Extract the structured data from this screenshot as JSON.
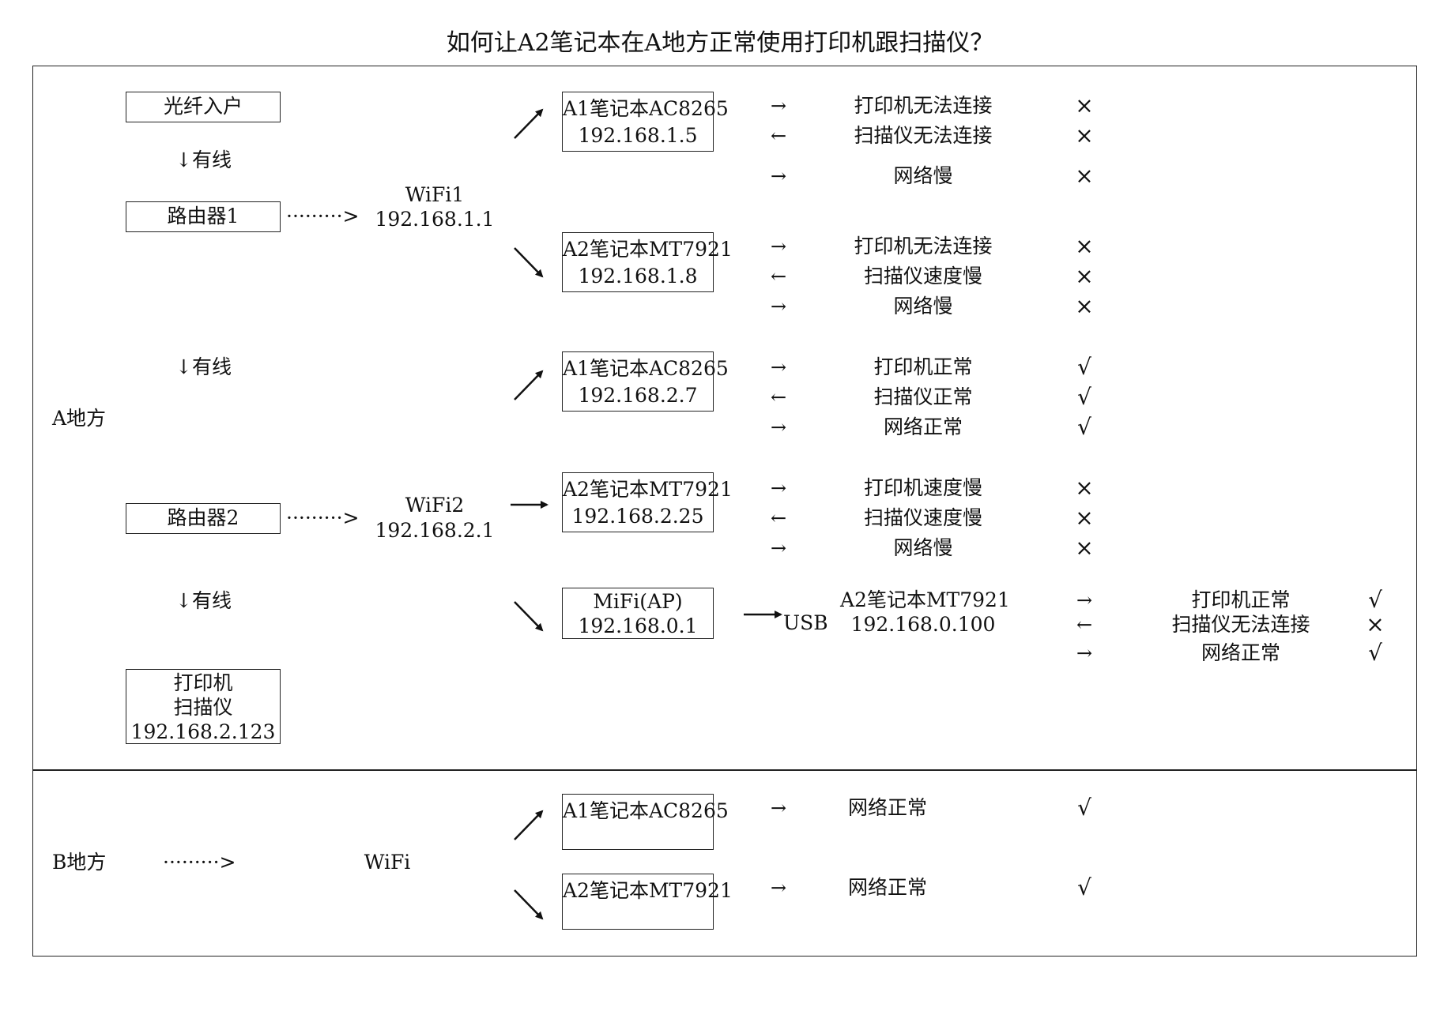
{
  "title": "如何让A2笔记本在A地方正常使用打印机跟扫描仪？",
  "region_a": {
    "label": "A地方",
    "fiber": "光纤入户",
    "wired": "↓有线",
    "router1": "路由器1",
    "router2": "路由器2",
    "wifi1": {
      "ssid": "WiFi1",
      "ip": "192.168.1.1"
    },
    "wifi2": {
      "ssid": "WiFi2",
      "ip": "192.168.2.1"
    },
    "dots": "·········>",
    "printer_box": [
      "打印机",
      "扫描仪",
      "192.168.2.123"
    ],
    "mifi": {
      "name": "MiFi(AP)",
      "ip": "192.168.0.1"
    },
    "usb": "USB",
    "a2_usb": {
      "name": "A2笔记本MT7921",
      "ip": "192.168.0.100"
    },
    "devices": [
      {
        "name": "A1笔记本AC8265",
        "ip": "192.168.1.5",
        "results": [
          {
            "dir": "→",
            "text": "打印机无法连接",
            "mark": "×"
          },
          {
            "dir": "←",
            "text": "扫描仪无法连接",
            "mark": "×"
          },
          {
            "dir": "→",
            "text": "网络慢",
            "mark": "×"
          }
        ]
      },
      {
        "name": "A2笔记本MT7921",
        "ip": "192.168.1.8",
        "results": [
          {
            "dir": "→",
            "text": "打印机无法连接",
            "mark": "×"
          },
          {
            "dir": "←",
            "text": "扫描仪速度慢",
            "mark": "×"
          },
          {
            "dir": "→",
            "text": "网络慢",
            "mark": "×"
          }
        ]
      },
      {
        "name": "A1笔记本AC8265",
        "ip": "192.168.2.7",
        "results": [
          {
            "dir": "→",
            "text": "打印机正常",
            "mark": "√"
          },
          {
            "dir": "←",
            "text": "扫描仪正常",
            "mark": "√"
          },
          {
            "dir": "→",
            "text": "网络正常",
            "mark": "√"
          }
        ]
      },
      {
        "name": "A2笔记本MT7921",
        "ip": "192.168.2.25",
        "results": [
          {
            "dir": "→",
            "text": "打印机速度慢",
            "mark": "×"
          },
          {
            "dir": "←",
            "text": "扫描仪速度慢",
            "mark": "×"
          },
          {
            "dir": "→",
            "text": "网络慢",
            "mark": "×"
          }
        ]
      }
    ],
    "usb_results": [
      {
        "dir": "→",
        "text": "打印机正常",
        "mark": "√"
      },
      {
        "dir": "←",
        "text": "扫描仪无法连接",
        "mark": "×"
      },
      {
        "dir": "→",
        "text": "网络正常",
        "mark": "√"
      }
    ]
  },
  "region_b": {
    "label": "B地方",
    "dots": "·········>",
    "wifi": "WiFi",
    "devices": [
      {
        "name": "A1笔记本AC8265",
        "result": {
          "dir": "→",
          "text": "网络正常",
          "mark": "√"
        }
      },
      {
        "name": "A2笔记本MT7921",
        "result": {
          "dir": "→",
          "text": "网络正常",
          "mark": "√"
        }
      }
    ]
  }
}
